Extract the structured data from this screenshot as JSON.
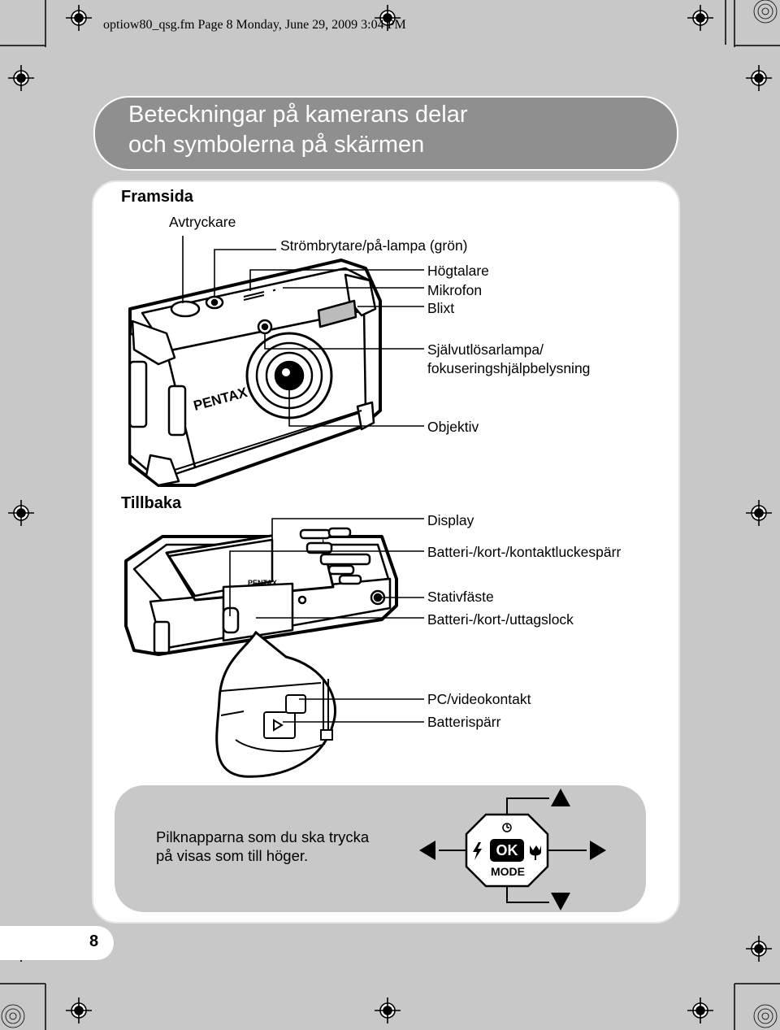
{
  "header": {
    "file_info": "optiow80_qsg.fm  Page 8  Monday, June 29, 2009  3:04 PM"
  },
  "title": {
    "line1": "Beteckningar på kamerans delar",
    "line2": "och symbolerna på skärmen"
  },
  "front": {
    "heading": "Framsida",
    "brand": "PENTAX",
    "labels": {
      "shutter": "Avtryckare",
      "power": "Strömbrytare/på-lampa (grön)",
      "speaker": "Högtalare",
      "microphone": "Mikrofon",
      "flash": "Blixt",
      "selftimer_1": "Självutlösarlampa/",
      "selftimer_2": "fokuseringshjälpbelysning",
      "lens": "Objektiv"
    }
  },
  "back": {
    "heading": "Tillbaka",
    "brand": "PENTAX",
    "labels": {
      "display": "Display",
      "door_latch": "Batteri-/kort-/kontaktluckespärr",
      "tripod": "Stativfäste",
      "cover": "Batteri-/kort-/uttagslock",
      "pc_av": "PC/videokontakt",
      "battery_lock": "Batterispärr"
    }
  },
  "info": {
    "line1": "Pilknapparna som du ska trycka",
    "line2": "på visas som till höger.",
    "ok_label": "OK",
    "mode_label": "MODE",
    "icons": [
      "self-timer-icon",
      "flash-icon",
      "macro-icon"
    ]
  },
  "page_number": "8"
}
